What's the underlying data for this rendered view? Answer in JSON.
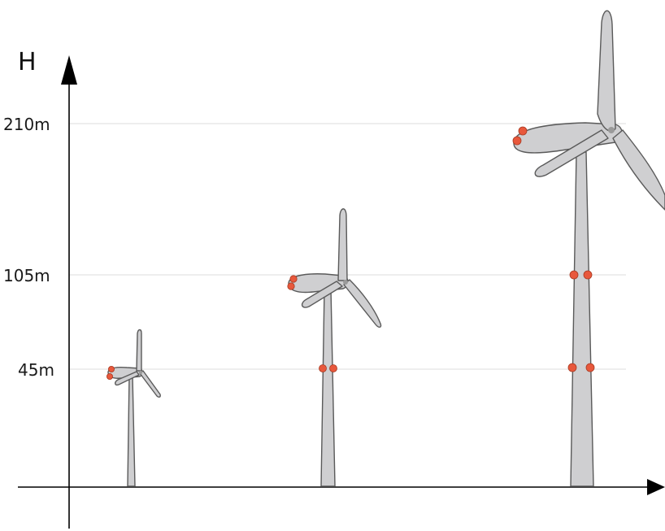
{
  "axis": {
    "y_title": "H",
    "ticks": [
      "210m",
      "105m",
      "45m"
    ]
  },
  "turbine_count": 3,
  "colors": {
    "turbine_fill": "#cfcfd1",
    "turbine_outline": "#5a5a5a",
    "warning_light": "#e8583c",
    "gridline": "#dcdcdc",
    "axis": "#000000"
  }
}
